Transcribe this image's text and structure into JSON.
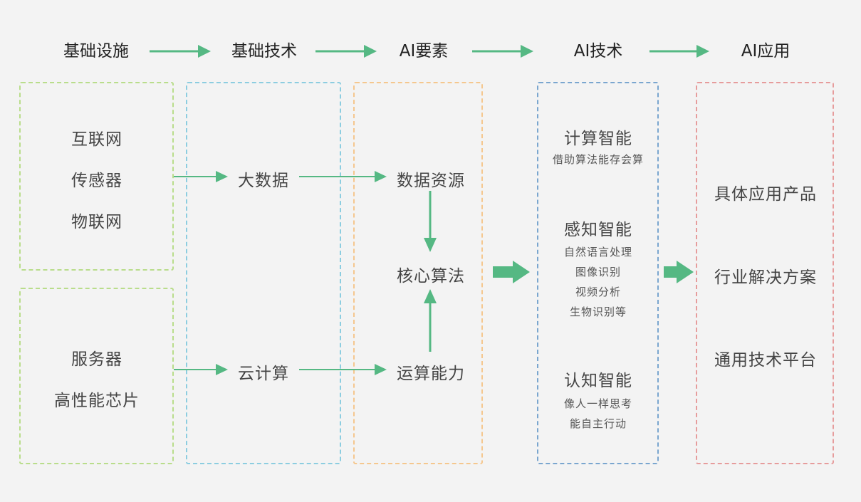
{
  "stages": [
    {
      "label": "基础设施"
    },
    {
      "label": "基础技术"
    },
    {
      "label": "AI要素"
    },
    {
      "label": "AI技术"
    },
    {
      "label": "AI应用"
    }
  ],
  "infrastructure": {
    "group1": [
      "互联网",
      "传感器",
      "物联网"
    ],
    "group2": [
      "服务器",
      "高性能芯片"
    ]
  },
  "basic_tech": {
    "big_data": "大数据",
    "cloud_computing": "云计算"
  },
  "ai_elements": {
    "data_resources": "数据资源",
    "core_algorithms": "核心算法",
    "computing_power": "运算能力"
  },
  "ai_tech": {
    "computational": {
      "title": "计算智能",
      "desc": [
        "借助算法能存会算"
      ]
    },
    "perceptual": {
      "title": "感知智能",
      "desc": [
        "自然语言处理",
        "图像识别",
        "视频分析",
        "生物识别等"
      ]
    },
    "cognitive": {
      "title": "认知智能",
      "desc": [
        "像人一样思考",
        "能自主行动"
      ]
    }
  },
  "ai_apps": [
    "具体应用产品",
    "行业解决方案",
    "通用技术平台"
  ],
  "colors": {
    "arrow": "#55b883",
    "infra_border": "#b9dd8b",
    "tech_border": "#8ccde0",
    "elements_border": "#f5c78e",
    "aitech_border": "#7aa6cf",
    "apps_border": "#e69c9c"
  }
}
